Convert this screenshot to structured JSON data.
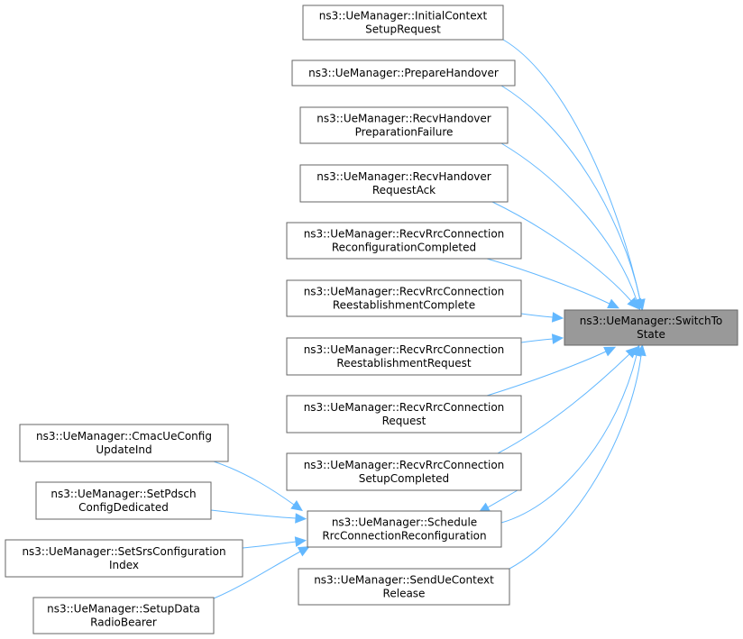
{
  "graph": {
    "target": {
      "id": "switch",
      "lines": [
        "ns3::UeManager::SwitchTo",
        "State"
      ]
    },
    "nodes": [
      {
        "id": "initctx",
        "lines": [
          "ns3::UeManager::InitialContext",
          "SetupRequest"
        ]
      },
      {
        "id": "prepho",
        "lines": [
          "ns3::UeManager::PrepareHandover"
        ]
      },
      {
        "id": "hoprepfail",
        "lines": [
          "ns3::UeManager::RecvHandover",
          "PreparationFailure"
        ]
      },
      {
        "id": "horeqack",
        "lines": [
          "ns3::UeManager::RecvHandover",
          "RequestAck"
        ]
      },
      {
        "id": "rrcreconf",
        "lines": [
          "ns3::UeManager::RecvRrcConnection",
          "ReconfigurationCompleted"
        ]
      },
      {
        "id": "rrcreestc",
        "lines": [
          "ns3::UeManager::RecvRrcConnection",
          "ReestablishmentComplete"
        ]
      },
      {
        "id": "rrcreestr",
        "lines": [
          "ns3::UeManager::RecvRrcConnection",
          "ReestablishmentRequest"
        ]
      },
      {
        "id": "rrcreq",
        "lines": [
          "ns3::UeManager::RecvRrcConnection",
          "Request"
        ]
      },
      {
        "id": "rrcsetup",
        "lines": [
          "ns3::UeManager::RecvRrcConnection",
          "SetupCompleted"
        ]
      },
      {
        "id": "schedule",
        "lines": [
          "ns3::UeManager::Schedule",
          "RrcConnectionReconfiguration"
        ]
      },
      {
        "id": "sendctx",
        "lines": [
          "ns3::UeManager::SendUeContext",
          "Release"
        ]
      },
      {
        "id": "cmac",
        "lines": [
          "ns3::UeManager::CmacUeConfig",
          "UpdateInd"
        ]
      },
      {
        "id": "pdsch",
        "lines": [
          "ns3::UeManager::SetPdsch",
          "ConfigDedicated"
        ]
      },
      {
        "id": "srs",
        "lines": [
          "ns3::UeManager::SetSrsConfiguration",
          "Index"
        ]
      },
      {
        "id": "radio",
        "lines": [
          "ns3::UeManager::SetupData",
          "RadioBearer"
        ]
      }
    ],
    "edges": [
      {
        "from": "initctx",
        "to": "switch"
      },
      {
        "from": "prepho",
        "to": "switch"
      },
      {
        "from": "hoprepfail",
        "to": "switch"
      },
      {
        "from": "horeqack",
        "to": "switch"
      },
      {
        "from": "rrcreconf",
        "to": "switch"
      },
      {
        "from": "rrcreestc",
        "to": "switch"
      },
      {
        "from": "rrcreestr",
        "to": "switch"
      },
      {
        "from": "rrcreq",
        "to": "switch"
      },
      {
        "from": "rrcsetup",
        "to": "switch"
      },
      {
        "from": "schedule",
        "to": "switch"
      },
      {
        "from": "sendctx",
        "to": "switch"
      },
      {
        "from": "rrcsetup",
        "to": "schedule"
      },
      {
        "from": "cmac",
        "to": "schedule"
      },
      {
        "from": "pdsch",
        "to": "schedule"
      },
      {
        "from": "srs",
        "to": "schedule"
      },
      {
        "from": "radio",
        "to": "schedule"
      }
    ],
    "colors": {
      "edge": "#63b8ff",
      "target_fill": "#999999",
      "border": "#666666"
    }
  }
}
